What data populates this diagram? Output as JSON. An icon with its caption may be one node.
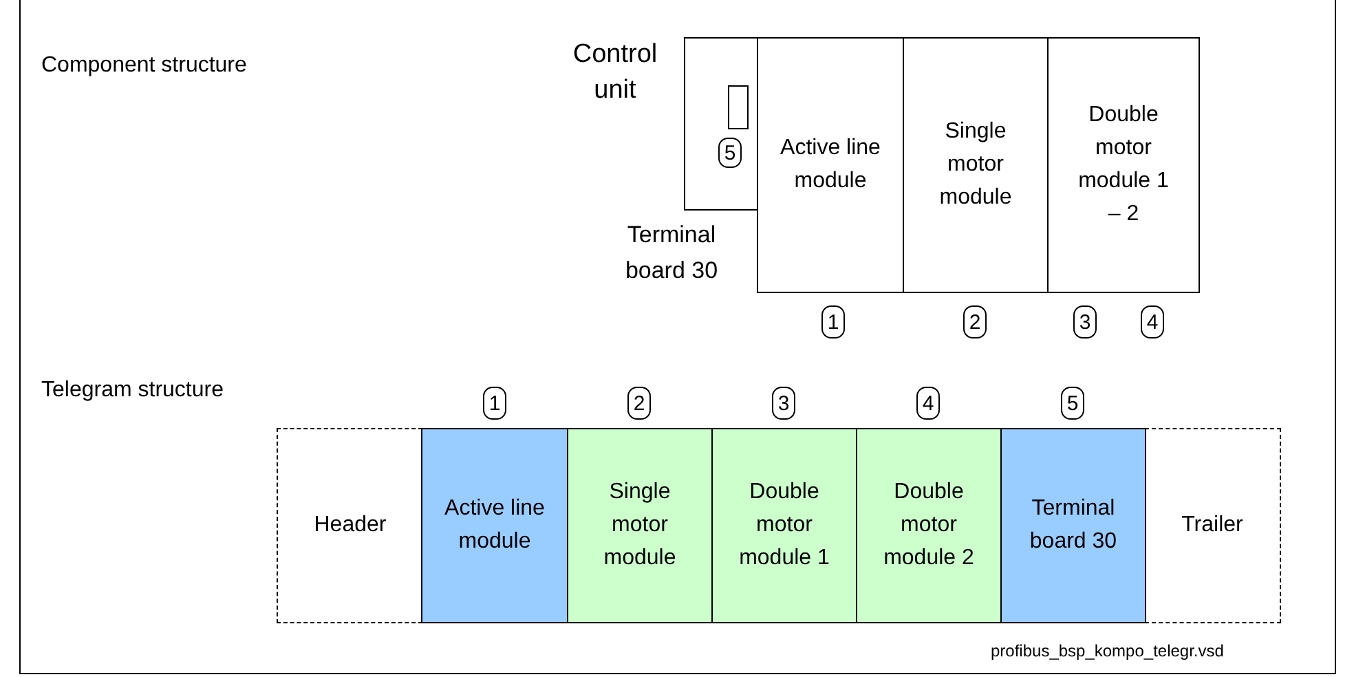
{
  "diagram": {
    "nodes": [
      {
        "text": [
          "Control unit"
        ]
      },
      {
        "text": [],
        "shape": "box",
        "in": 0
      },
      {
        "text": [
          "5"
        ],
        "in": 0
      },
      {
        "text": [
          "Active line module"
        ]
      },
      {
        "text": [
          "Single motor module"
        ]
      },
      {
        "text": [
          "Double motor module 1 – 2"
        ]
      },
      {
        "text": [
          "1"
        ]
      },
      {
        "text": [
          "2"
        ]
      },
      {
        "text": [
          "3"
        ]
      },
      {
        "text": [
          "4"
        ]
      },
      {
        "text": [
          "1"
        ]
      },
      {
        "text": [
          "2"
        ]
      },
      {
        "text": [
          "3"
        ]
      },
      {
        "text": [
          "4"
        ]
      },
      {
        "text": [
          "5"
        ]
      },
      {
        "text": [
          "Header"
        ]
      },
      {
        "text": [
          "Active line module"
        ]
      },
      {
        "text": [
          "Single motor module"
        ]
      },
      {
        "text": [
          "Double motor module 1"
        ]
      },
      {
        "text": [
          "Double motor module 2"
        ]
      },
      {
        "text": [
          "Terminal board 30"
        ]
      },
      {
        "text": [
          "Trailer"
        ]
      }
    ],
    "edges": [],
    "labels": [
      "Component structure",
      "Terminal board 30",
      "Telegram structure",
      "profibus_bsp_kompo_telegr.vsd"
    ]
  }
}
